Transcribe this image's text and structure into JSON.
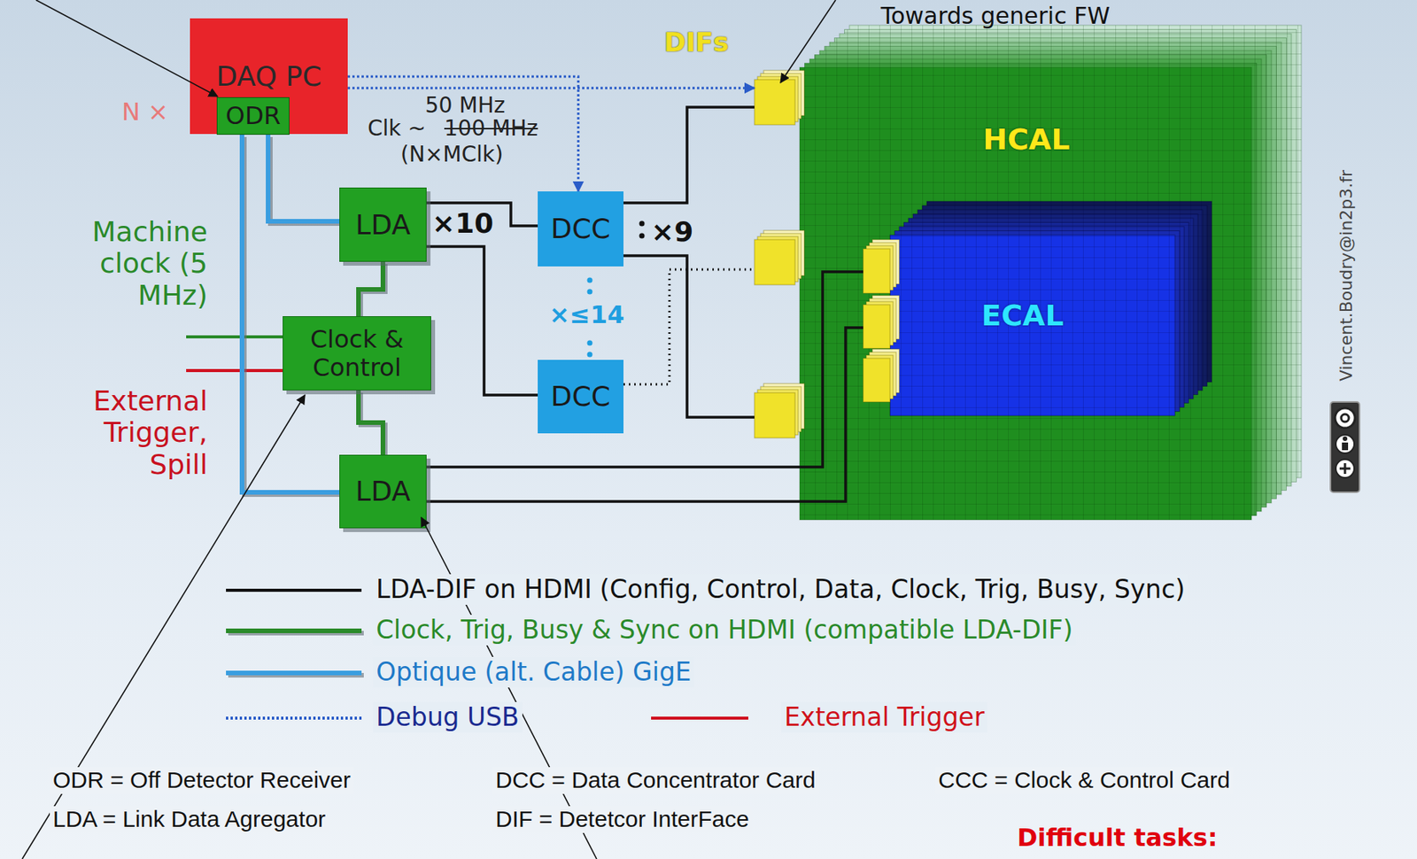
{
  "diagram": {
    "nodes": [
      {
        "text": [
          "DAQ PC"
        ]
      },
      {
        "text": [
          "ODR"
        ],
        "in": 0
      },
      {
        "text": [
          "LDA"
        ]
      },
      {
        "text": [
          "DCC"
        ]
      },
      {
        "text": [
          "Clock & Control"
        ]
      },
      {
        "text": [
          "DCC"
        ]
      },
      {
        "text": [
          "LDA"
        ]
      },
      {
        "text": [
          "HCAL"
        ]
      },
      {
        "text": [
          "ECAL"
        ],
        "in": 7
      }
    ],
    "edges": [
      {
        "from": 0,
        "to": 7,
        "arrow": "to"
      },
      {
        "from": 0,
        "to": 3,
        "arrow": "to"
      },
      {
        "from": 1,
        "to": 2,
        "arrow": "none"
      },
      {
        "from": 1,
        "to": 6,
        "arrow": "none"
      },
      {
        "from": 2,
        "to": 3,
        "arrow": "none",
        "label": "×10"
      },
      {
        "from": 2,
        "to": 5,
        "arrow": "none"
      },
      {
        "from": 2,
        "to": 4,
        "arrow": "none"
      },
      {
        "from": 4,
        "to": 6,
        "arrow": "none"
      },
      {
        "from": 3,
        "to": 7,
        "arrow": "none"
      },
      {
        "from": 3,
        "to": 7,
        "arrow": "none"
      },
      {
        "from": 5,
        "to": 7,
        "arrow": "none"
      },
      {
        "from": 6,
        "to": 8,
        "arrow": "none"
      },
      {
        "from": 6,
        "to": 8,
        "arrow": "none"
      }
    ],
    "labels": [
      "N ×",
      "50 MHz",
      "Clk ~",
      "100 MHz",
      "(N×MClk)",
      "DIFs",
      "Towards generic FW",
      "×9",
      "×≤14",
      "Machine clock (5 MHz)",
      "External Trigger, Spill",
      "Vincent.Boudry@in2p3.fr",
      "ODR = Off Detector Receiver",
      "LDA = Link Data Agregator",
      "DCC = Data Concentrator Card",
      "DIF = Detetcor InterFace",
      "CCC = Clock & Control Card",
      "Difficult tasks:"
    ],
    "legend": [
      {
        "text": "LDA-DIF on HDMI (Config, Control, Data, Clock, Trig, Busy, Sync)"
      },
      {
        "text": "Clock, Trig, Busy & Sync on HDMI (compatible LDA-DIF)"
      },
      {
        "text": "Optique (alt. Cable) GigE"
      },
      {
        "text": "Debug USB"
      },
      {
        "text": "External Trigger"
      }
    ]
  }
}
